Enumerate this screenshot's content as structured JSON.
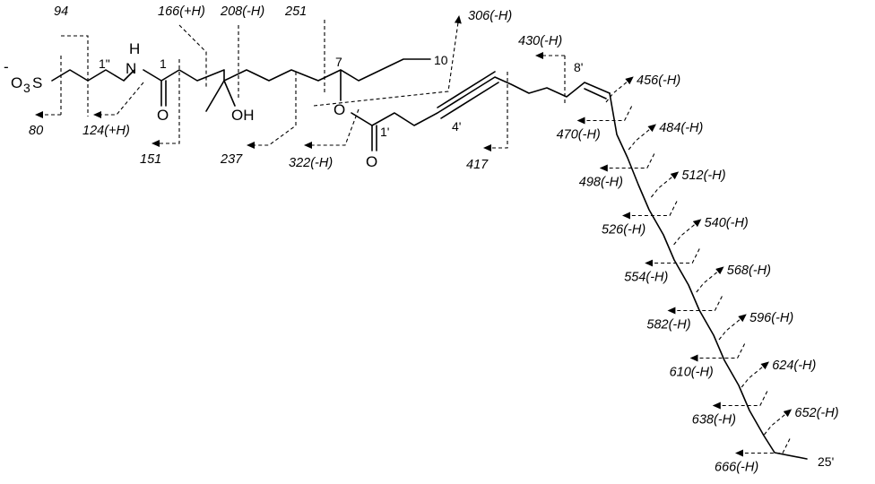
{
  "atoms": {
    "charge": "-",
    "o3": "O",
    "sub3": "3",
    "s": "S",
    "h": "H",
    "n": "N",
    "o_amide": "O",
    "oh": "OH",
    "o_ester": "O",
    "o_carbonyl": "O"
  },
  "positions": {
    "p1pp": "1\"",
    "p1": "1",
    "p7": "7",
    "p10": "10",
    "p1p": "1'",
    "p4p": "4'",
    "p8p": "8'",
    "p25p": "25'"
  },
  "fragments": [
    "94",
    "80",
    "124(+H)",
    "151",
    "166(+H)",
    "208(-H)",
    "237",
    "251",
    "306(-H)",
    "322(-H)",
    "417",
    "430(-H)",
    "456(-H)",
    "470(-H)",
    "484(-H)",
    "498(-H)",
    "512(-H)",
    "526(-H)",
    "540(-H)",
    "554(-H)",
    "568(-H)",
    "582(-H)",
    "596(-H)",
    "610(-H)",
    "624(-H)",
    "638(-H)",
    "652(-H)",
    "666(-H)"
  ]
}
